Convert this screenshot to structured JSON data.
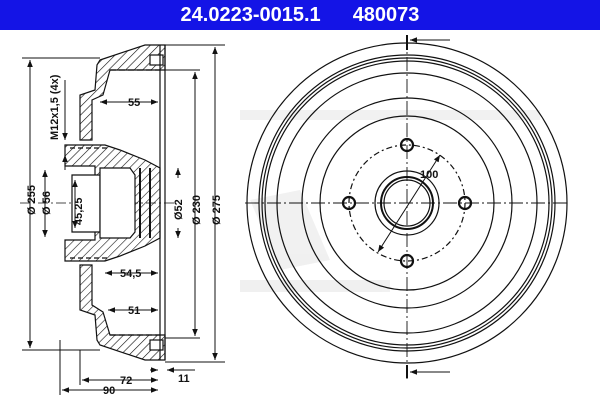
{
  "header": {
    "part_number": "24.0223-0015.1",
    "reference_number": "480073",
    "background_color": "#1414e6"
  },
  "section_view": {
    "dimensions": {
      "outer_flange_diameter": "Ø 255",
      "hub_bore_diameter": "Ø 56",
      "bolt_thread": "M12x1,5 (4x)",
      "hub_inner": "45,25",
      "drum_depth_top": "55",
      "centre_bore": "Ø52",
      "drum_inner_diameter": "Ø 230",
      "drum_outer_diameter": "Ø 275",
      "depth_lower": "54,5",
      "depth_inner": "51",
      "height_72": "72",
      "total_height": "90",
      "rim_width": "11"
    }
  },
  "front_view": {
    "bolt_circle": "100",
    "bolt_holes": 4
  }
}
